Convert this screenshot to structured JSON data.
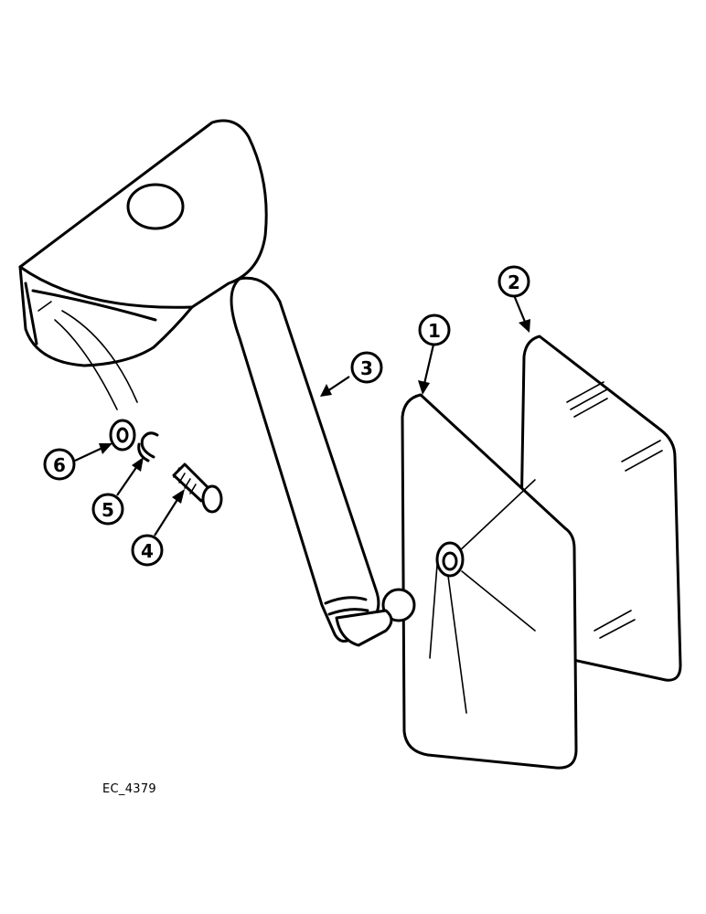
{
  "figure_ref": "EC_4379",
  "callouts": [
    {
      "id": "1",
      "label": "1"
    },
    {
      "id": "2",
      "label": "2"
    },
    {
      "id": "3",
      "label": "3"
    },
    {
      "id": "4",
      "label": "4"
    },
    {
      "id": "5",
      "label": "5"
    },
    {
      "id": "6",
      "label": "6"
    }
  ]
}
